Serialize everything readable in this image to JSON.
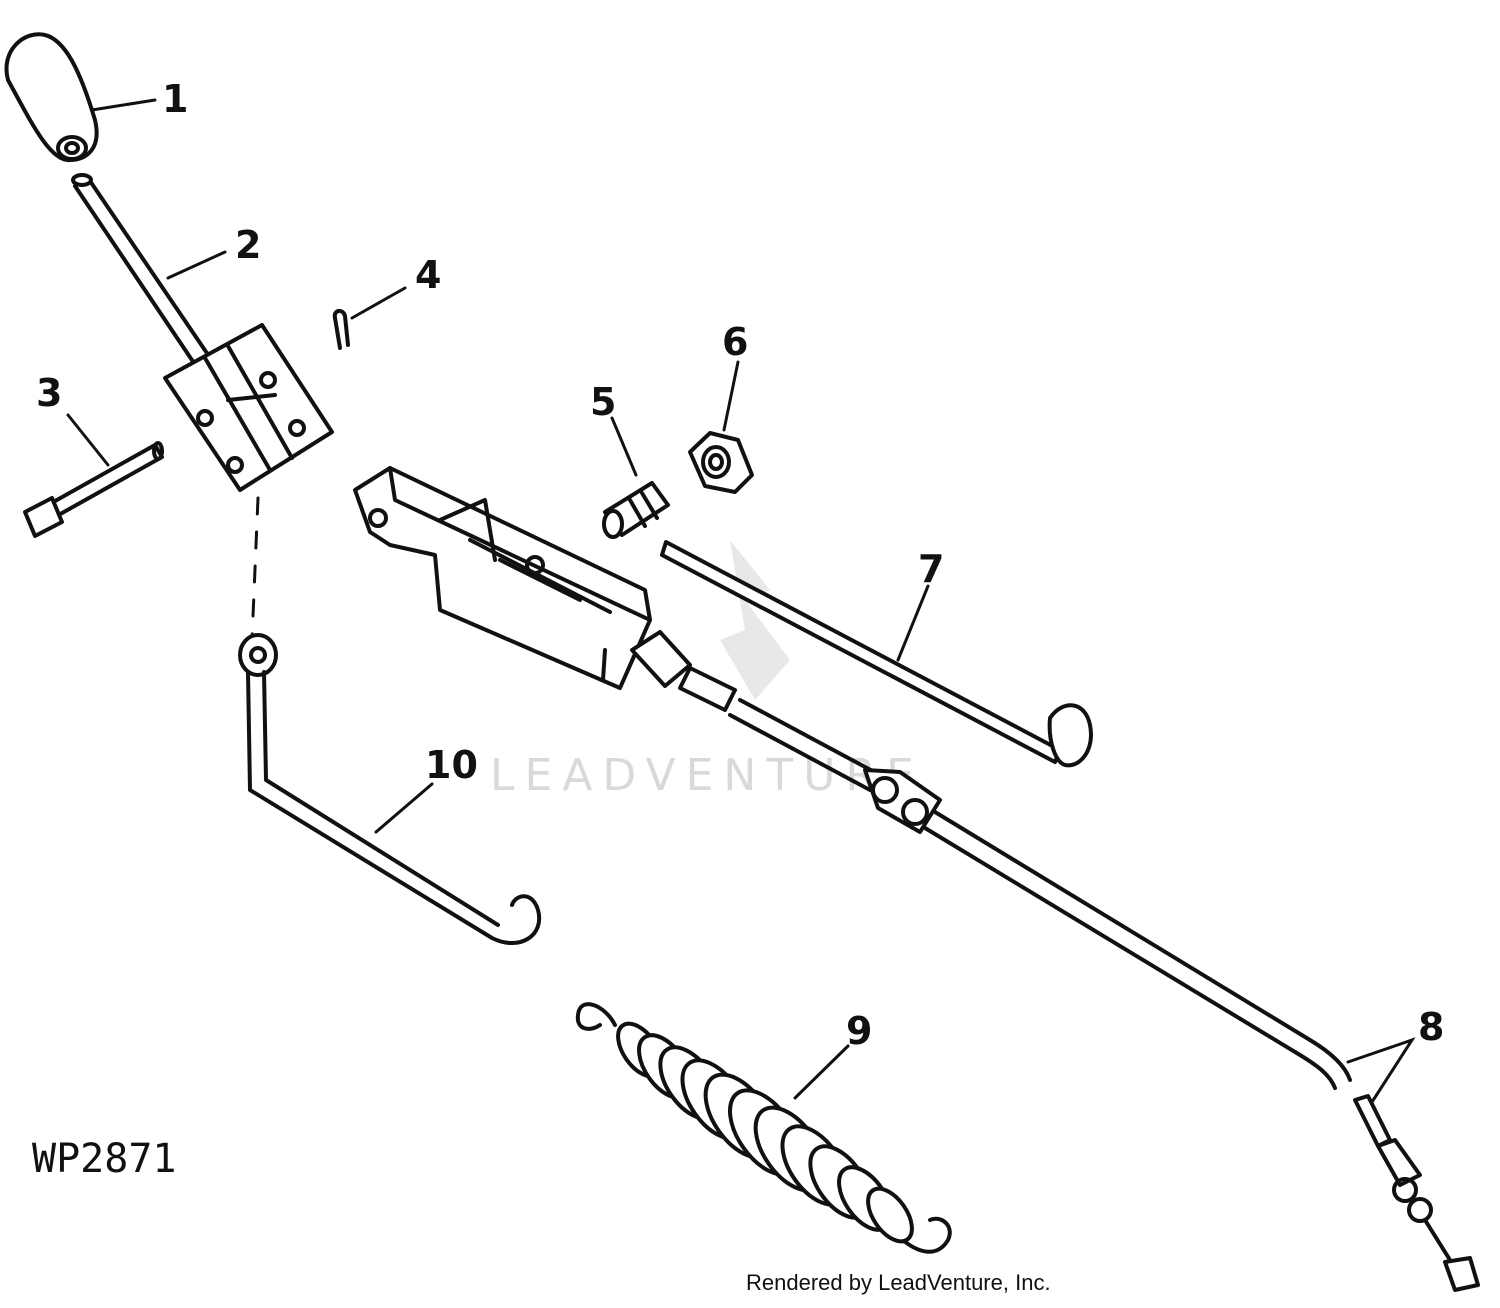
{
  "diagram": {
    "drawing_code": "WP2871",
    "credit": "Rendered by LeadVenture, Inc.",
    "watermark": "LEADVENTURE",
    "callouts": [
      {
        "id": "callout-1",
        "label": "1"
      },
      {
        "id": "callout-2",
        "label": "2"
      },
      {
        "id": "callout-3",
        "label": "3"
      },
      {
        "id": "callout-4",
        "label": "4"
      },
      {
        "id": "callout-5",
        "label": "5"
      },
      {
        "id": "callout-6",
        "label": "6"
      },
      {
        "id": "callout-7",
        "label": "7"
      },
      {
        "id": "callout-8",
        "label": "8"
      },
      {
        "id": "callout-9",
        "label": "9"
      },
      {
        "id": "callout-10",
        "label": "10"
      }
    ],
    "colors": {
      "line": "#111111",
      "background": "#ffffff",
      "watermark": "#d9d9d9"
    }
  }
}
